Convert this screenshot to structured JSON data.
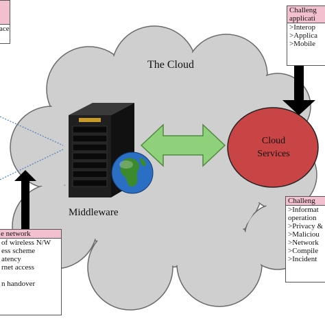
{
  "cloud": {
    "label": "The Cloud",
    "fill": "#cfcfcf"
  },
  "middleware": {
    "label": "Middleware",
    "server_color": "#1f1f1f",
    "globe_color": "#2a6fc4"
  },
  "cloud_services": {
    "label_line1": "Cloud",
    "label_line2": "Services",
    "fill": "#c94545"
  },
  "double_arrow": {
    "fill": "#8fd07a"
  },
  "box_top_left": {
    "text": "ace",
    "header_color": "#f3c0d0"
  },
  "box_top_right": {
    "header_line1": "Challeng",
    "header_line2": "applicati",
    "items": [
      ">Interop",
      ">Applica",
      ">Mobile"
    ]
  },
  "box_bottom_right": {
    "header": "Challeng",
    "items": [
      ">Informat",
      "operation",
      ">Privacy &",
      ">Maliciou",
      ">Network",
      ">Compile",
      ">Incident"
    ]
  },
  "box_bottom_left": {
    "header": "e network",
    "items": [
      "of wireless N/W",
      "ess scheme",
      "atency",
      "rnet access",
      "",
      "n handover"
    ]
  }
}
